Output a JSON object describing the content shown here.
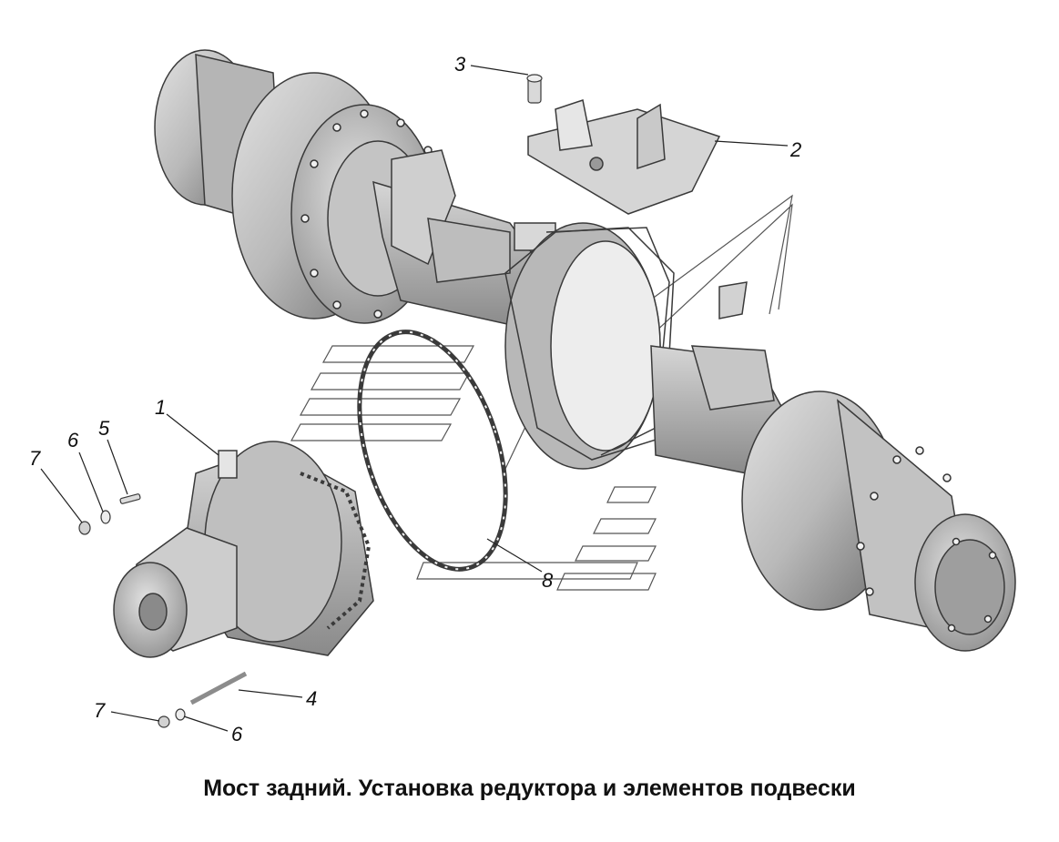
{
  "caption": "Мост задний. Установка редуктора и элементов подвески",
  "callouts": [
    {
      "label": "1"
    },
    {
      "label": "2"
    },
    {
      "label": "3"
    },
    {
      "label": "4"
    },
    {
      "label": "5"
    },
    {
      "label": "6"
    },
    {
      "label": "6"
    },
    {
      "label": "7"
    },
    {
      "label": "7"
    },
    {
      "label": "8"
    }
  ],
  "colors": {
    "metal_light": "#cfcfcf",
    "metal_mid": "#a8a8a8",
    "metal_dark": "#6e6e6e",
    "outline": "#3a3a3a",
    "text": "#111111"
  }
}
